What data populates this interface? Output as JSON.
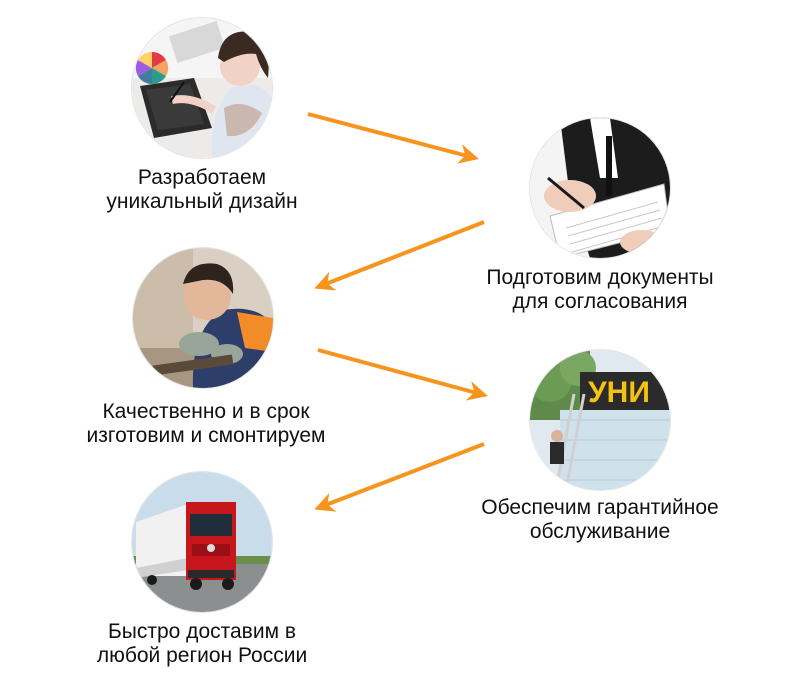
{
  "accent_color": "#f7941d",
  "steps": [
    {
      "icon": "designer-drawing-tablet-photo",
      "line1": "Разработаем",
      "line2": "уникальный дизайн"
    },
    {
      "icon": "signing-documents-photo",
      "line1": "Подготовим документы",
      "line2": "для согласования"
    },
    {
      "icon": "worker-manufacturing-photo",
      "line1": "Качественно и в срок",
      "line2": "изготовим и смонтируем"
    },
    {
      "icon": "installed-sign-maintenance-photo",
      "line1": "Обеспечим гарантийное",
      "line2": "обслуживание"
    },
    {
      "icon": "delivery-truck-photo",
      "line1": "Быстро доставим в",
      "line2": "любой регион России"
    }
  ]
}
